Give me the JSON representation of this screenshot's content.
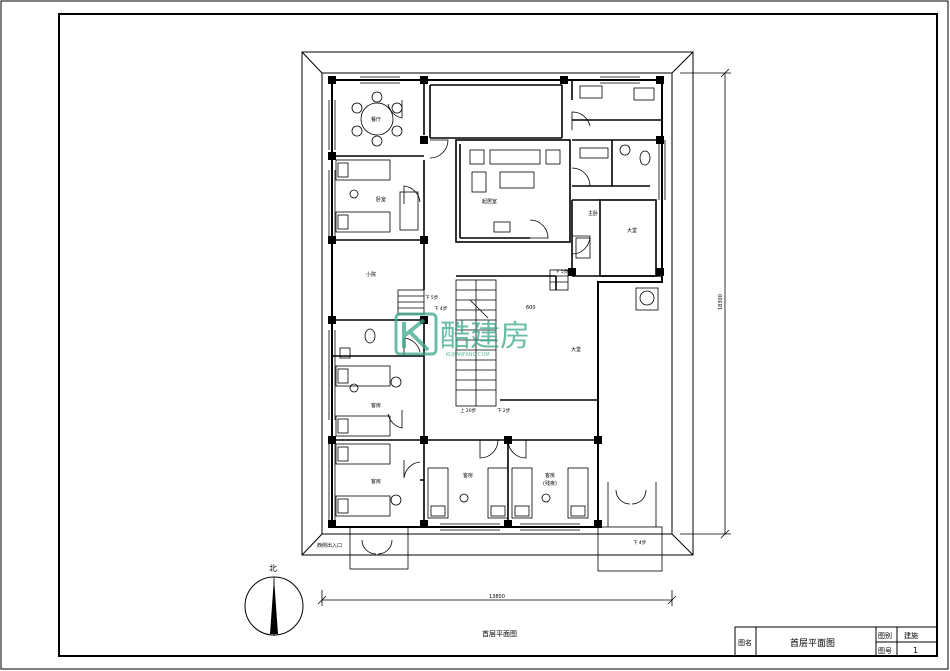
{
  "drawing": {
    "title_under_plan": "首层平面图",
    "north_label": "北",
    "dimension_width": "13800",
    "dimension_height": "18300",
    "stair_width_mark": "600",
    "watermark_text": "酷建房",
    "watermark_sub": "KUJIANFANG.COM"
  },
  "rooms": {
    "dining": "餐厅",
    "elder_bedroom": "卧室",
    "study": "小院",
    "living": "起居室",
    "master": "主卧",
    "hall_top": "大堂",
    "hall_main": "大堂",
    "guest_1": "客房",
    "guest_2": "客房",
    "guest_3": "客房",
    "guest_4": "客房",
    "guest_4_note": "(残疾)",
    "side_door_note": "西侧出入口"
  },
  "level_marks": {
    "m1": "下 5步",
    "m2": "下 5步",
    "m3": "下 4步",
    "m4": "上 20步",
    "m5": "下 2步",
    "m6": "下 4步"
  },
  "title_block": {
    "name_label": "图名",
    "name_value": "首层平面图",
    "category_label": "图别",
    "category_value": "建施",
    "number_label": "图号",
    "number_value": "1"
  },
  "colors": {
    "line": "#000000",
    "watermark": "#3aa88a"
  }
}
